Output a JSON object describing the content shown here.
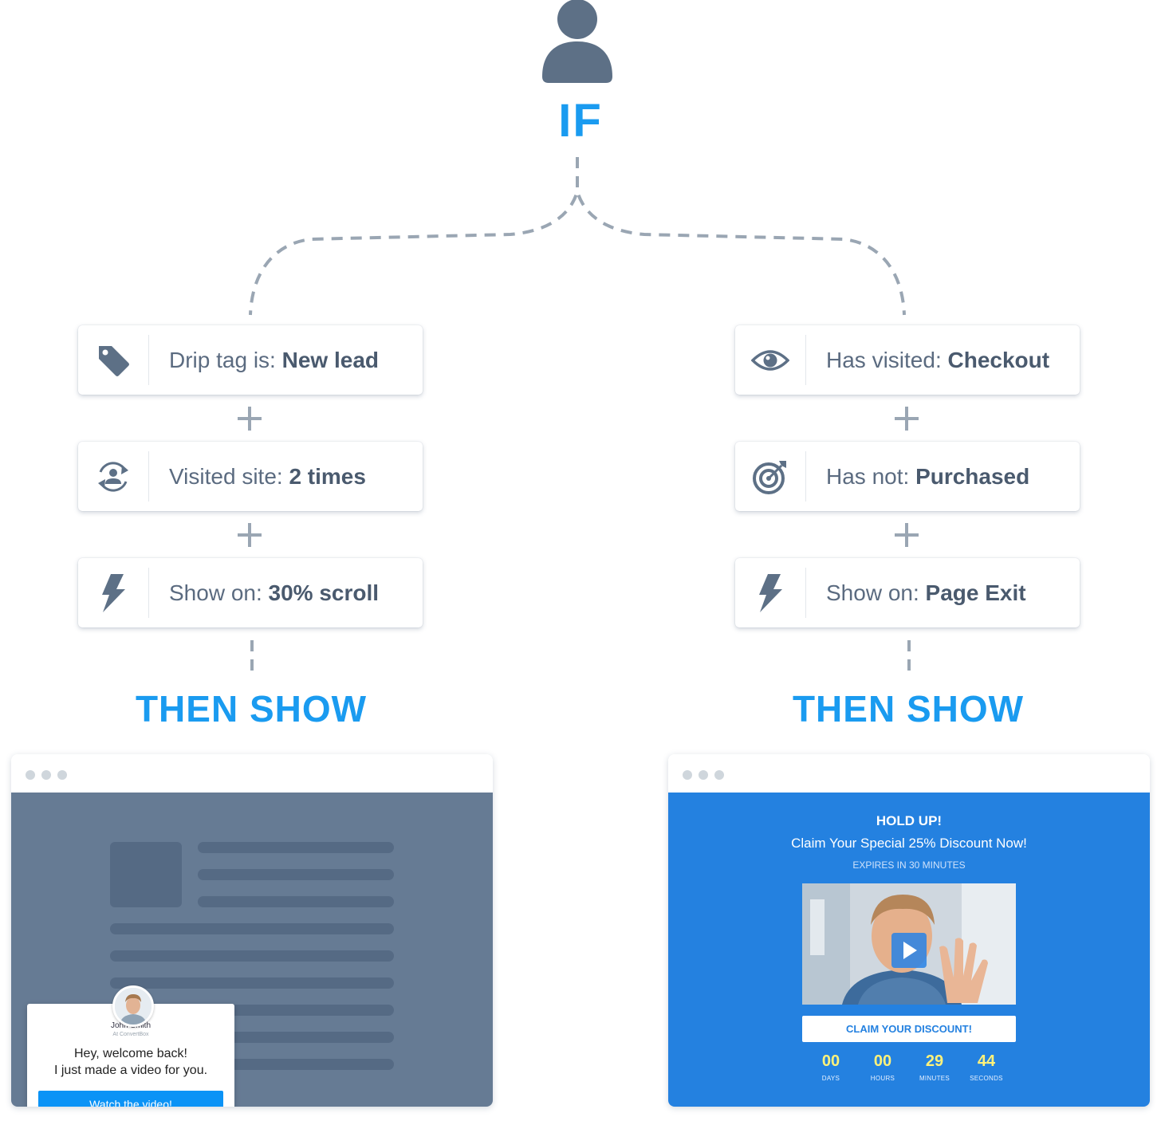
{
  "diagram": {
    "if_label": "IF",
    "then_label": "THEN SHOW",
    "colors": {
      "accent": "#1a9bf0",
      "icon": "#5d7086",
      "connector": "#9aa6b3",
      "promo_blue": "#2481e0",
      "slate": "#667b94"
    },
    "left_branch": {
      "conditions": [
        {
          "icon": "tag-icon",
          "prefix": "Drip tag is: ",
          "value": "New lead"
        },
        {
          "icon": "returning-visitor-icon",
          "prefix": "Visited site: ",
          "value": "2 times"
        },
        {
          "icon": "lightning-icon",
          "prefix": "Show on: ",
          "value": "30% scroll"
        }
      ],
      "popup": {
        "author_name": "John Smith",
        "author_sub": "At ConvertBox",
        "line1": "Hey, welcome back!",
        "line2": "I just made a video for you.",
        "button": "Watch the video!"
      }
    },
    "right_branch": {
      "conditions": [
        {
          "icon": "eye-icon",
          "prefix": "Has visited: ",
          "value": "Checkout"
        },
        {
          "icon": "target-icon",
          "prefix": "Has not: ",
          "value": "Purchased"
        },
        {
          "icon": "lightning-icon",
          "prefix": "Show on: ",
          "value": "Page Exit"
        }
      ],
      "promo": {
        "headline": "HOLD UP!",
        "subheadline": "Claim Your Special 25% Discount Now!",
        "expires": "EXPIRES IN 30 MINUTES",
        "button": "CLAIM YOUR DISCOUNT!",
        "countdown": [
          {
            "value": "00",
            "label": "DAYS"
          },
          {
            "value": "00",
            "label": "HOURS"
          },
          {
            "value": "29",
            "label": "MINUTES"
          },
          {
            "value": "44",
            "label": "SECONDS"
          }
        ]
      }
    }
  }
}
